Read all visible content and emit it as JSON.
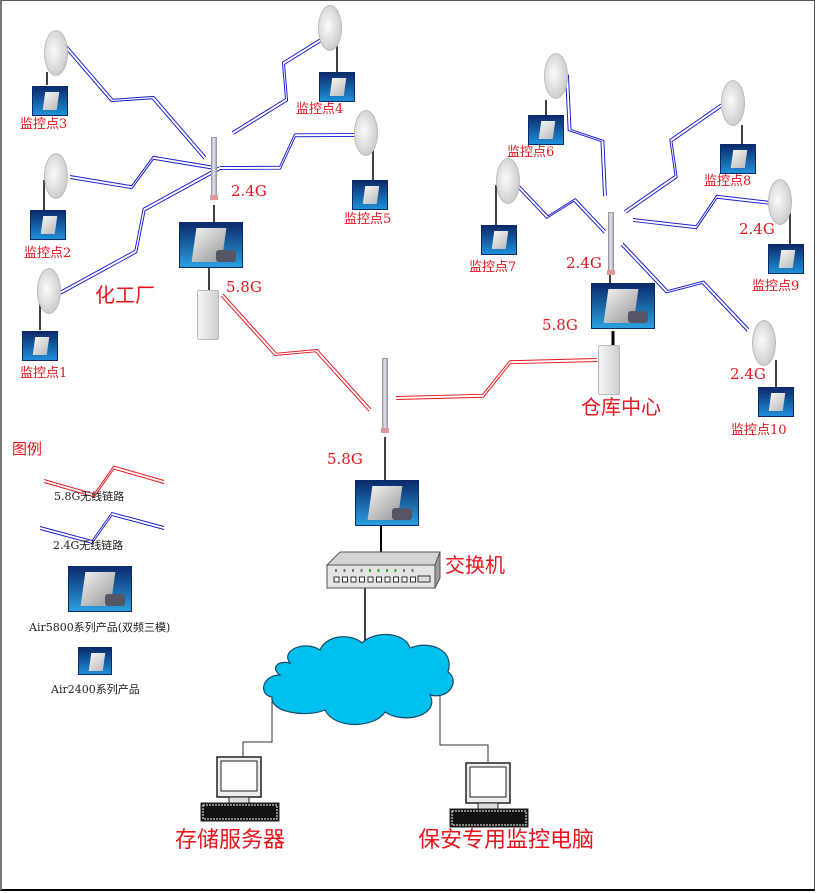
{
  "sites": {
    "chem_plant": {
      "name": "化工厂",
      "band_24": "2.4G",
      "band_58": "5.8G"
    },
    "warehouse": {
      "name": "仓库中心",
      "band_24": "2.4G",
      "band_58": "5.8G"
    },
    "central": {
      "band_58": "5.8G",
      "switch_label": "交换机"
    }
  },
  "monitor_points": [
    {
      "id": 1,
      "label": "监控点1"
    },
    {
      "id": 2,
      "label": "监控点2"
    },
    {
      "id": 3,
      "label": "监控点3"
    },
    {
      "id": 4,
      "label": "监控点4"
    },
    {
      "id": 5,
      "label": "监控点5"
    },
    {
      "id": 6,
      "label": "监控点6"
    },
    {
      "id": 7,
      "label": "监控点7"
    },
    {
      "id": 8,
      "label": "监控点8"
    },
    {
      "id": 9,
      "label": "监控点9",
      "band": "2.4G"
    },
    {
      "id": 10,
      "label": "监控点10",
      "band": "2.4G"
    }
  ],
  "endpoints": {
    "storage": "存储服务器",
    "security_pc": "保安专用监控电脑"
  },
  "legend": {
    "title": "图例",
    "link_58": "5.8G无线链路",
    "link_24": "2.4G无线链路",
    "air5800": "Air5800系列产品(双频三模)",
    "air2400": "Air2400系列产品"
  },
  "colors": {
    "link_58": "#e8141c",
    "link_24": "#1a1ad0",
    "label": "#e8141c",
    "cloud": "#00c0f0"
  }
}
